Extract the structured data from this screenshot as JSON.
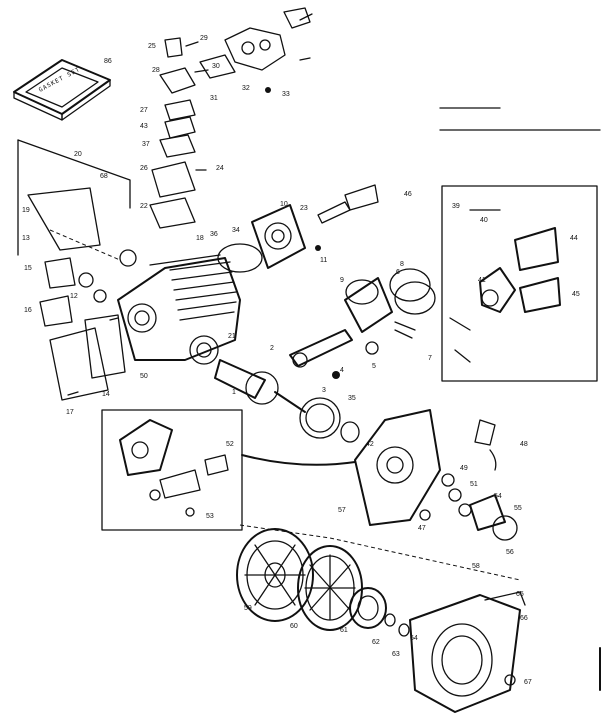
{
  "diagram": {
    "gasket_set_label": "GASKET SET",
    "labels": [
      {
        "id": "86",
        "text": "86"
      },
      {
        "id": "25",
        "text": "25"
      },
      {
        "id": "28",
        "text": "28"
      },
      {
        "id": "29",
        "text": "29"
      },
      {
        "id": "30",
        "text": "30"
      },
      {
        "id": "31",
        "text": "31"
      },
      {
        "id": "32",
        "text": "32"
      },
      {
        "id": "33",
        "text": "33"
      },
      {
        "id": "27",
        "text": "27"
      },
      {
        "id": "43",
        "text": "43"
      },
      {
        "id": "37",
        "text": "37"
      },
      {
        "id": "26",
        "text": "26"
      },
      {
        "id": "24",
        "text": "24"
      },
      {
        "id": "22",
        "text": "22"
      },
      {
        "id": "20",
        "text": "20"
      },
      {
        "id": "19",
        "text": "19"
      },
      {
        "id": "13",
        "text": "13"
      },
      {
        "id": "14",
        "text": "14"
      },
      {
        "id": "15",
        "text": "15"
      },
      {
        "id": "16",
        "text": "16"
      },
      {
        "id": "17",
        "text": "17"
      },
      {
        "id": "50",
        "text": "50"
      },
      {
        "id": "21",
        "text": "21"
      },
      {
        "id": "23",
        "text": "23"
      },
      {
        "id": "11",
        "text": "11"
      },
      {
        "id": "10",
        "text": "10"
      },
      {
        "id": "9",
        "text": "9"
      },
      {
        "id": "8",
        "text": "8"
      },
      {
        "id": "7",
        "text": "7"
      },
      {
        "id": "5",
        "text": "5"
      },
      {
        "id": "4",
        "text": "4"
      },
      {
        "id": "3",
        "text": "3"
      },
      {
        "id": "2",
        "text": "2"
      },
      {
        "id": "1",
        "text": "1"
      },
      {
        "id": "39",
        "text": "39"
      },
      {
        "id": "40",
        "text": "40"
      },
      {
        "id": "41",
        "text": "41"
      },
      {
        "id": "44",
        "text": "44"
      },
      {
        "id": "45",
        "text": "45"
      },
      {
        "id": "46",
        "text": "46"
      },
      {
        "id": "47",
        "text": "47"
      },
      {
        "id": "48",
        "text": "48"
      },
      {
        "id": "49",
        "text": "49"
      },
      {
        "id": "51",
        "text": "51"
      },
      {
        "id": "52",
        "text": "52"
      },
      {
        "id": "53",
        "text": "53"
      },
      {
        "id": "54",
        "text": "54"
      },
      {
        "id": "55",
        "text": "55"
      },
      {
        "id": "56",
        "text": "56"
      },
      {
        "id": "57",
        "text": "57"
      },
      {
        "id": "58",
        "text": "58"
      },
      {
        "id": "59",
        "text": "59"
      },
      {
        "id": "60",
        "text": "60"
      },
      {
        "id": "61",
        "text": "61"
      },
      {
        "id": "62",
        "text": "62"
      },
      {
        "id": "63",
        "text": "63"
      },
      {
        "id": "64",
        "text": "64"
      },
      {
        "id": "65",
        "text": "65"
      },
      {
        "id": "66",
        "text": "66"
      },
      {
        "id": "67",
        "text": "67"
      },
      {
        "id": "68",
        "text": "68"
      },
      {
        "id": "36",
        "text": "36"
      },
      {
        "id": "34",
        "text": "34"
      },
      {
        "id": "35",
        "text": "35"
      },
      {
        "id": "42",
        "text": "42"
      },
      {
        "id": "12",
        "text": "12"
      },
      {
        "id": "18",
        "text": "18"
      },
      {
        "id": "6",
        "text": "6"
      }
    ]
  }
}
